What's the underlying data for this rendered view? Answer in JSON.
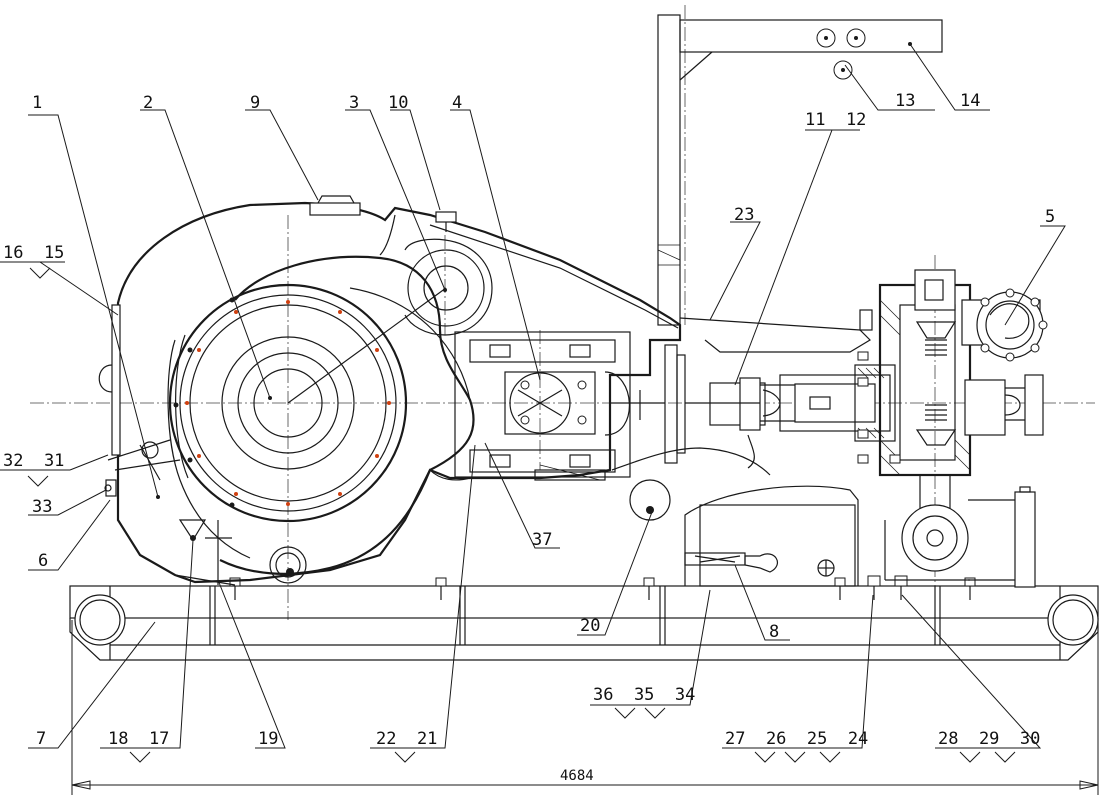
{
  "drawing": {
    "labels": {
      "l1": "1",
      "l2": "2",
      "l9": "9",
      "l3": "3",
      "l10": "10",
      "l4": "4",
      "l11_12": "11  12",
      "l13": "13",
      "l14": "14",
      "l23": "23",
      "l5": "5",
      "l16_15": "16  15",
      "l32_31": "32  31",
      "l33": "33",
      "l6": "6",
      "l37": "37",
      "l20": "20",
      "l8": "8",
      "l7": "7",
      "l18_17": "18  17",
      "l19": "19",
      "l22_21": "22  21",
      "l36_35_34": "36  35  34",
      "l27_26_25_24": "27  26  25  24",
      "l28_29_30": "28  29  30"
    },
    "dimension": "4684"
  }
}
